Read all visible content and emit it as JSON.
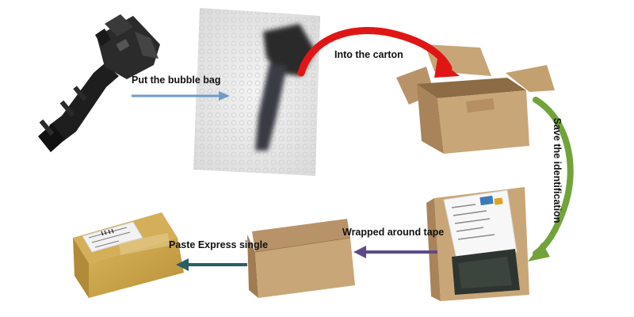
{
  "steps": {
    "bubble_bag": "Put the bubble bag",
    "into_carton": "Into the carton",
    "save_identification": "Save the identification",
    "wrapped_tape": "Wrapped around tape",
    "paste_express": "Paste Express single"
  },
  "colors": {
    "arrow_bubble": "#6f9bc8",
    "arrow_carton": "#e01616",
    "arrow_ident": "#72a33b",
    "arrow_tape": "#5e4a88",
    "arrow_express": "#2b5d66",
    "cardboard": "#c9a677",
    "cardboard_dark": "#a9845a",
    "tape": "#cfa84a"
  },
  "icons": [
    "ignition-coil-icon",
    "bubble-bag-icon",
    "open-carton-icon",
    "carton-with-document-icon",
    "closed-carton-icon",
    "taped-parcel-with-label-icon"
  ]
}
